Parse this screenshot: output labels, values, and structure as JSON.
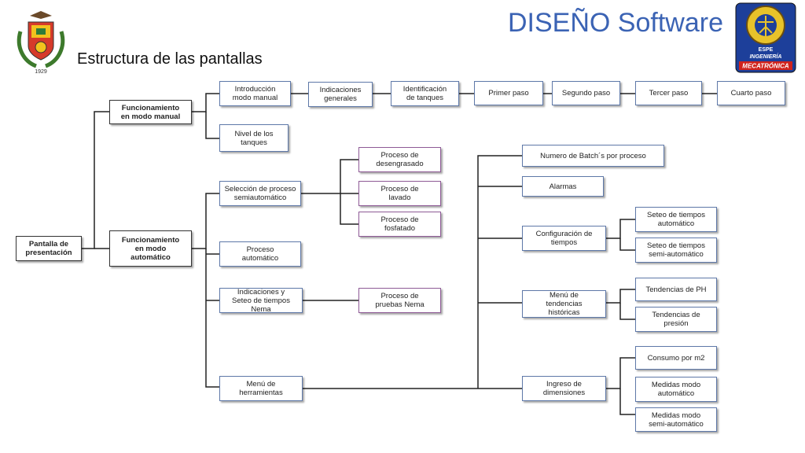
{
  "header": {
    "title": "DISEÑO Software",
    "subtitle": "Estructura de las pantallas",
    "left_logo_year": "1929",
    "right_logo_text": [
      "ESPE",
      "INGENIERÍA",
      "MECATRÓNICA"
    ]
  },
  "colors": {
    "title": "#3b63b4",
    "box_blue_border": "#5e78a8",
    "box_purple_border": "#8e5a96",
    "connector": "#222222"
  },
  "nodes": {
    "pantalla": "Pantalla de\npresentación",
    "func_manual": "Funcionamiento\nen modo manual",
    "func_auto": "Funcionamiento\nen modo\nautomático",
    "intro_manual": "Introducción\nmodo manual",
    "indicaciones_generales": "Indicaciones\ngenerales",
    "identificacion_tanques": "Identificación\nde tanques",
    "primer_paso": "Primer paso",
    "segundo_paso": "Segundo paso",
    "tercer_paso": "Tercer paso",
    "cuarto_paso": "Cuarto paso",
    "nivel_tanques": "Nivel de los\ntanques",
    "seleccion_proceso": "Selección de proceso\nsemiautomático",
    "proc_desengrasado": "Proceso de\ndesengrasado",
    "proc_lavado": "Proceso de\nlavado",
    "proc_fosfatado": "Proceso de\nfosfatado",
    "proceso_automatico": "Proceso\nautomático",
    "indicaciones_nema": "Indicaciones y\nSeteo de tiempos\nNema",
    "pruebas_nema": "Proceso de\npruebas Nema",
    "menu_herramientas": "Menú de\nherramientas",
    "numero_batch": "Numero de Batch´s por proceso",
    "alarmas": "Alarmas",
    "config_tiempos": "Configuración de\ntiempos",
    "seteo_automatico": "Seteo de tiempos\nautomático",
    "seteo_semi": "Seteo de tiempos\nsemi-automático",
    "menu_tendencias": "Menú de\ntendencias\nhistóricas",
    "tendencias_ph": "Tendencias de PH",
    "tendencias_presion": "Tendencias de\npresión",
    "ingreso_dimensiones": "Ingreso de\ndimensiones",
    "consumo_m2": "Consumo por m2",
    "medidas_auto": "Medidas modo\nautomático",
    "medidas_semi": "Medidas modo\nsemi-automático"
  }
}
